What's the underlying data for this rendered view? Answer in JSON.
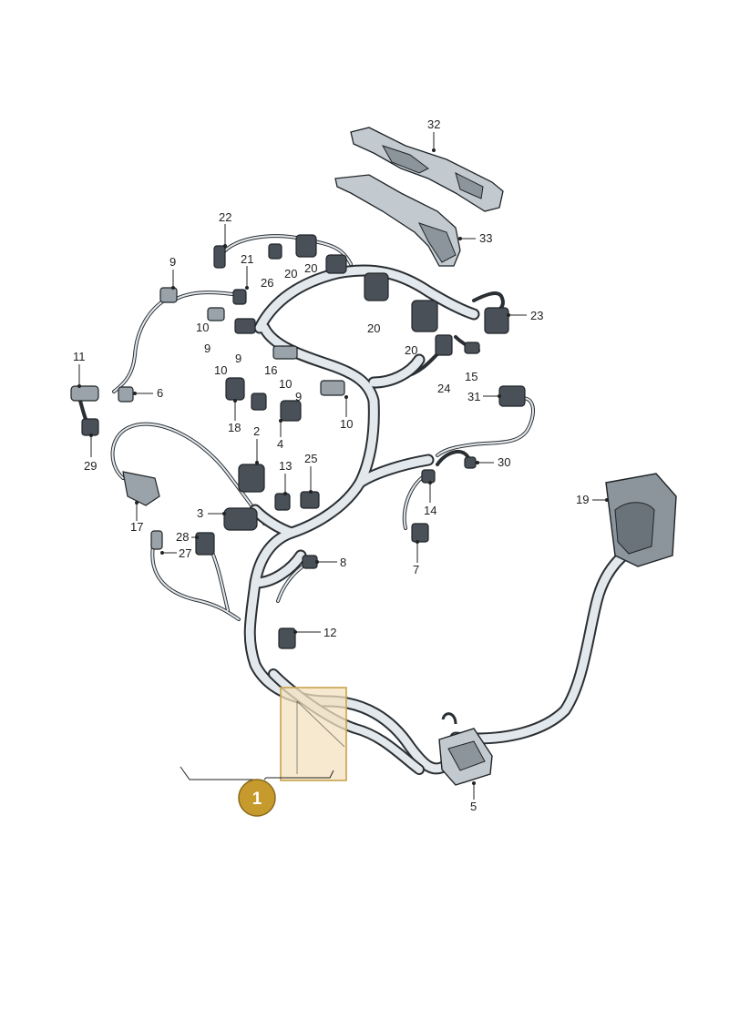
{
  "diagram": {
    "callouts": [
      {
        "id": "c32",
        "label": "32"
      },
      {
        "id": "c33",
        "label": "33"
      },
      {
        "id": "c22",
        "label": "22"
      },
      {
        "id": "c21",
        "label": "21"
      },
      {
        "id": "c9a",
        "label": "9"
      },
      {
        "id": "c26",
        "label": "26"
      },
      {
        "id": "c20a",
        "label": "20"
      },
      {
        "id": "c20b",
        "label": "20"
      },
      {
        "id": "c20c",
        "label": "20"
      },
      {
        "id": "c20d",
        "label": "20"
      },
      {
        "id": "c23",
        "label": "23"
      },
      {
        "id": "c10a",
        "label": "10"
      },
      {
        "id": "c9b",
        "label": "9"
      },
      {
        "id": "c9c",
        "label": "9"
      },
      {
        "id": "c10b",
        "label": "10"
      },
      {
        "id": "c16",
        "label": "16"
      },
      {
        "id": "c10c",
        "label": "10"
      },
      {
        "id": "c9d",
        "label": "9"
      },
      {
        "id": "c15",
        "label": "15"
      },
      {
        "id": "c24",
        "label": "24"
      },
      {
        "id": "c11",
        "label": "11"
      },
      {
        "id": "c6",
        "label": "6"
      },
      {
        "id": "c31",
        "label": "31"
      },
      {
        "id": "c18",
        "label": "18"
      },
      {
        "id": "c10d",
        "label": "10"
      },
      {
        "id": "c2",
        "label": "2"
      },
      {
        "id": "c4",
        "label": "4"
      },
      {
        "id": "c29",
        "label": "29"
      },
      {
        "id": "c30",
        "label": "30"
      },
      {
        "id": "c25",
        "label": "25"
      },
      {
        "id": "c13",
        "label": "13"
      },
      {
        "id": "c19",
        "label": "19"
      },
      {
        "id": "c14",
        "label": "14"
      },
      {
        "id": "c3",
        "label": "3"
      },
      {
        "id": "c17",
        "label": "17"
      },
      {
        "id": "c28",
        "label": "28"
      },
      {
        "id": "c27",
        "label": "27"
      },
      {
        "id": "c7",
        "label": "7"
      },
      {
        "id": "c8",
        "label": "8"
      },
      {
        "id": "c12",
        "label": "12"
      },
      {
        "id": "c5",
        "label": "5"
      }
    ],
    "highlight_badge": "1",
    "colors": {
      "harness_outline": "#2a2f34",
      "harness_fill": "#e3e8ec",
      "highlight_fill": "#f3e2c0",
      "highlight_stroke": "#c9a24a",
      "badge_fill": "#c79a2e"
    }
  }
}
